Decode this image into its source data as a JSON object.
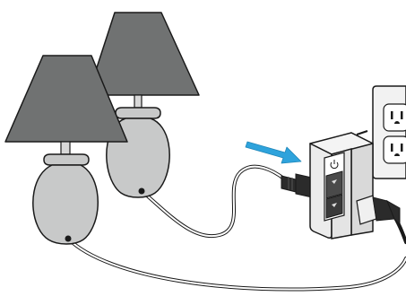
{
  "illustration": {
    "objects": [
      {
        "name": "back-lamp",
        "icon": "table-lamp-icon"
      },
      {
        "name": "front-lamp",
        "icon": "table-lamp-icon"
      },
      {
        "name": "plug-in-dimmer",
        "icon": "plug-in-dimmer-icon"
      },
      {
        "name": "wall-outlet",
        "icon": "duplex-outlet-icon"
      },
      {
        "name": "pointer-arrow",
        "icon": "arrow-right-icon"
      }
    ],
    "colors": {
      "lampshade": "#707272",
      "lamp-base": "#c8c9c9",
      "lamp-neck": "#d8d8d8",
      "outline": "#1a1a1a",
      "cord": "#ffffff",
      "plug": "#2b2b2b",
      "dimmer-body": "#ececec",
      "arrow": "#2ea3dc",
      "wall-plate": "#f2f2f2"
    }
  }
}
